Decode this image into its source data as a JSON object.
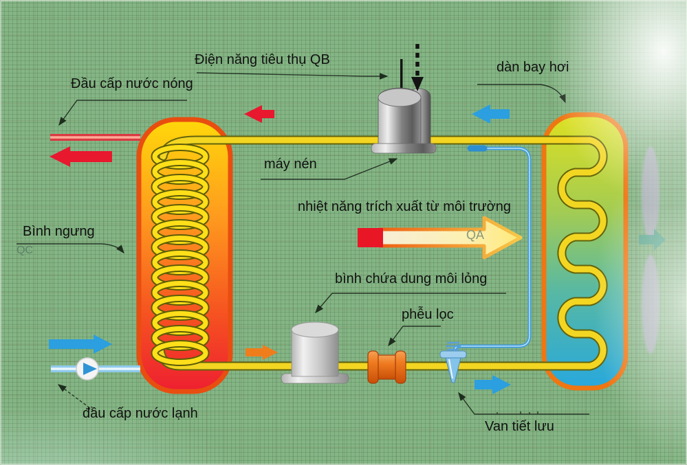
{
  "labels": {
    "electric_energy": "Điện năng tiêu thụ QB",
    "hot_water_outlet": "Đầu cấp nước nóng",
    "evaporator": "dàn bay hơi",
    "compressor": "máy nén",
    "extracted_heat": "nhiệt năng trích xuất từ môi trường",
    "heat_flow_symbol": "QA",
    "condenser": "Bình ngưng",
    "condenser_symbol": "QC",
    "liquid_receiver": "bình chứa dung môi lỏng",
    "filter": "phễu lọc",
    "cold_water_inlet": "đầu cấp nước lạnh",
    "expansion_valve": "Van tiết lưu"
  },
  "colors": {
    "background": "#85b585",
    "hot_red": "#e8182e",
    "water_blue": "#2b9fdf",
    "pipe_yellow": "#f3d622",
    "orange_arrow": "#ef7d1c",
    "teal_arrow": "#4fa18b",
    "condenser_top": "#ffd40a",
    "condenser_bottom": "#ef2030",
    "evaporator_top": "#d9e021",
    "evaporator_bottom": "#2aa8dc",
    "condenser_border": "#e84e10",
    "evaporator_border": "#ee7613"
  }
}
